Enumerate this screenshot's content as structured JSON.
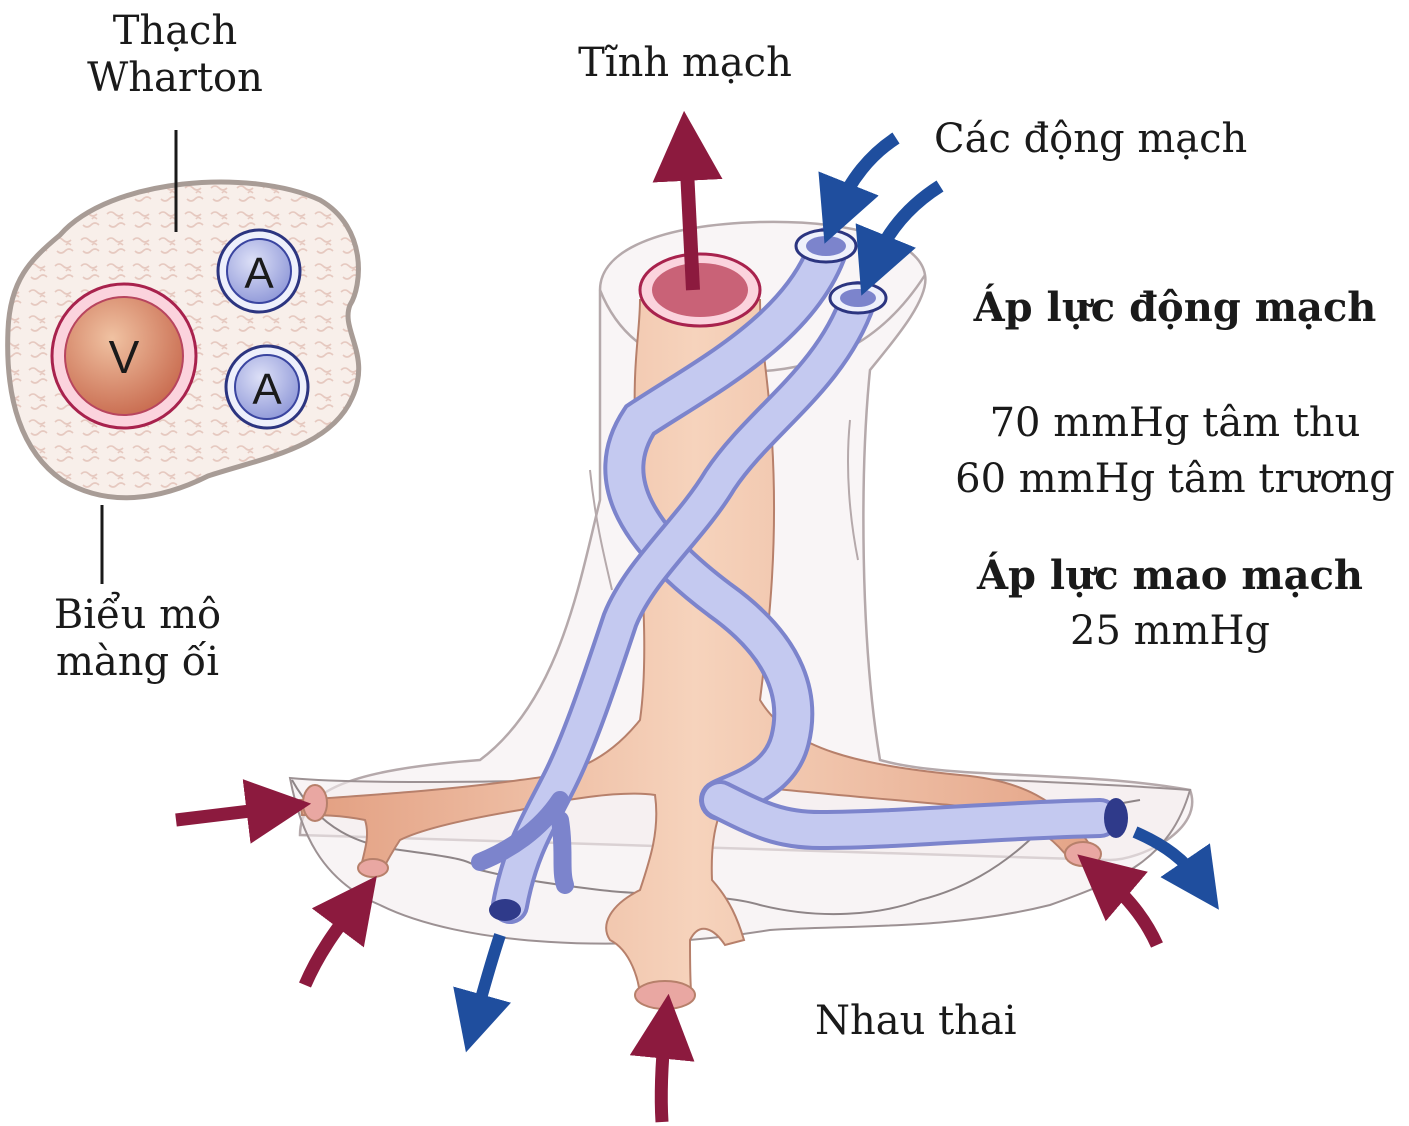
{
  "labels": {
    "wharton_line1": "Thạch",
    "wharton_line2": "Wharton",
    "amnion_line1": "Biểu mô",
    "amnion_line2": "màng ối",
    "vein": "Tĩnh mạch",
    "arteries": "Các động mạch",
    "placenta": "Nhau thai"
  },
  "cross_section": {
    "vein_letter": "V",
    "artery_letter_1": "A",
    "artery_letter_2": "A"
  },
  "pressure": {
    "arterial_title": "Áp lực động mạch",
    "systolic": "70 mmHg tâm thu",
    "diastolic": "60 mmHg tâm trương",
    "capillary_title": "Áp lực mao mạch",
    "capillary_value": "25 mmHg"
  },
  "colors": {
    "vein": "#e7b394",
    "vein_dark": "#c9745c",
    "artery": "#b7bee9",
    "artery_dark": "#5a64b8",
    "arrow_red": "#8c1a3e",
    "arrow_blue": "#1f4e9e",
    "jelly": "#f7eeea"
  }
}
